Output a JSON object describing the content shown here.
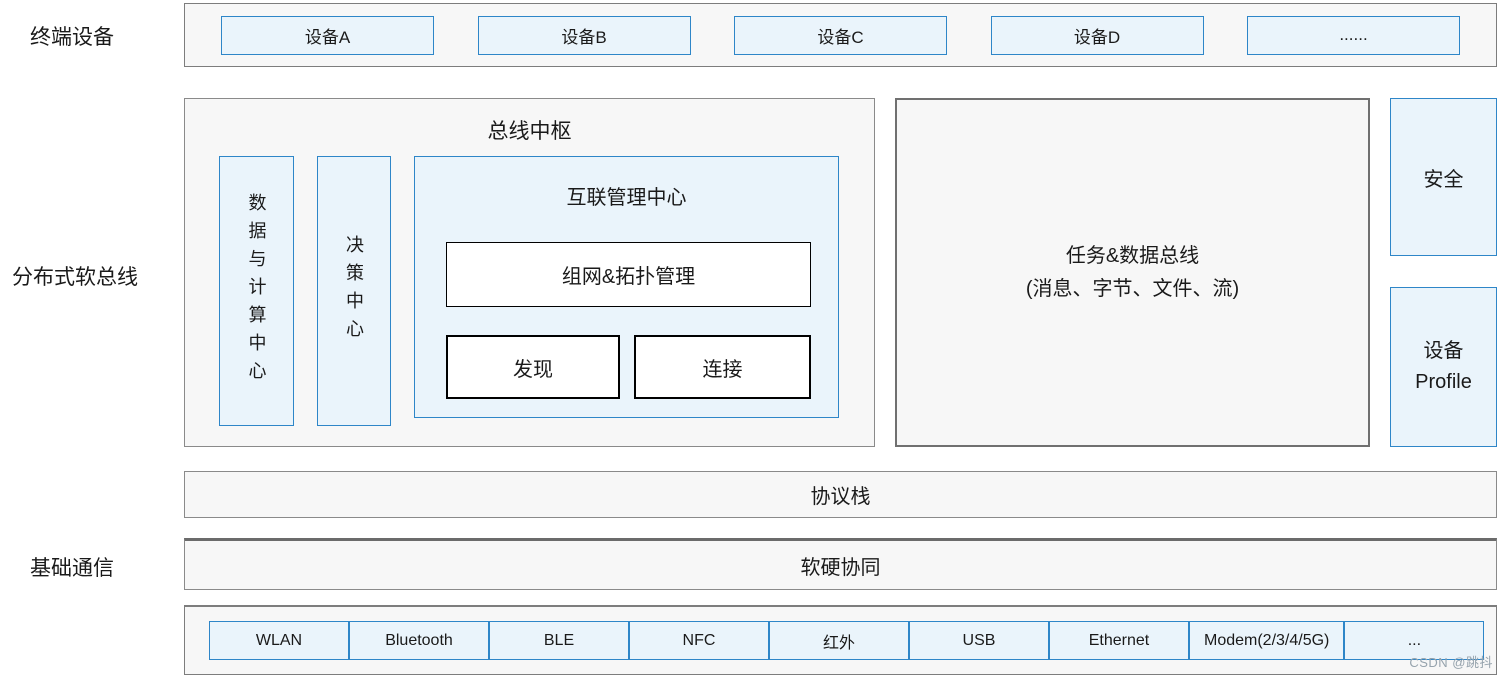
{
  "labels": {
    "terminal": "终端设备",
    "softbus": "分布式软总线",
    "basic_comm": "基础通信"
  },
  "terminal_row": {
    "devices": [
      "设备A",
      "设备B",
      "设备C",
      "设备D",
      "......"
    ]
  },
  "bus_hub": {
    "title": "总线中枢",
    "data_compute_center": "数据与计算中心",
    "decision_center": "决策中心",
    "interconnect": {
      "title": "互联管理中心",
      "networking": "组网&拓扑管理",
      "discovery": "发现",
      "connection": "连接"
    }
  },
  "task_bus": {
    "line1": "任务&数据总线",
    "line2": "(消息、字节、文件、流)"
  },
  "right_column": {
    "security": "安全",
    "device_profile": "设备\nProfile"
  },
  "bars": {
    "protocol_stack": "协议栈",
    "hw_sw_synergy": "软硬协同"
  },
  "comm_row": [
    "WLAN",
    "Bluetooth",
    "BLE",
    "NFC",
    "红外",
    "USB",
    "Ethernet",
    "Modem(2/3/4/5G)",
    "..."
  ],
  "watermark": "CSDN @跳抖",
  "colors": {
    "accent_border": "#2e86c8",
    "light_blue_fill": "#eaf4fb",
    "gray_fill": "#f7f7f7",
    "gray_border": "#7d7d7d"
  }
}
